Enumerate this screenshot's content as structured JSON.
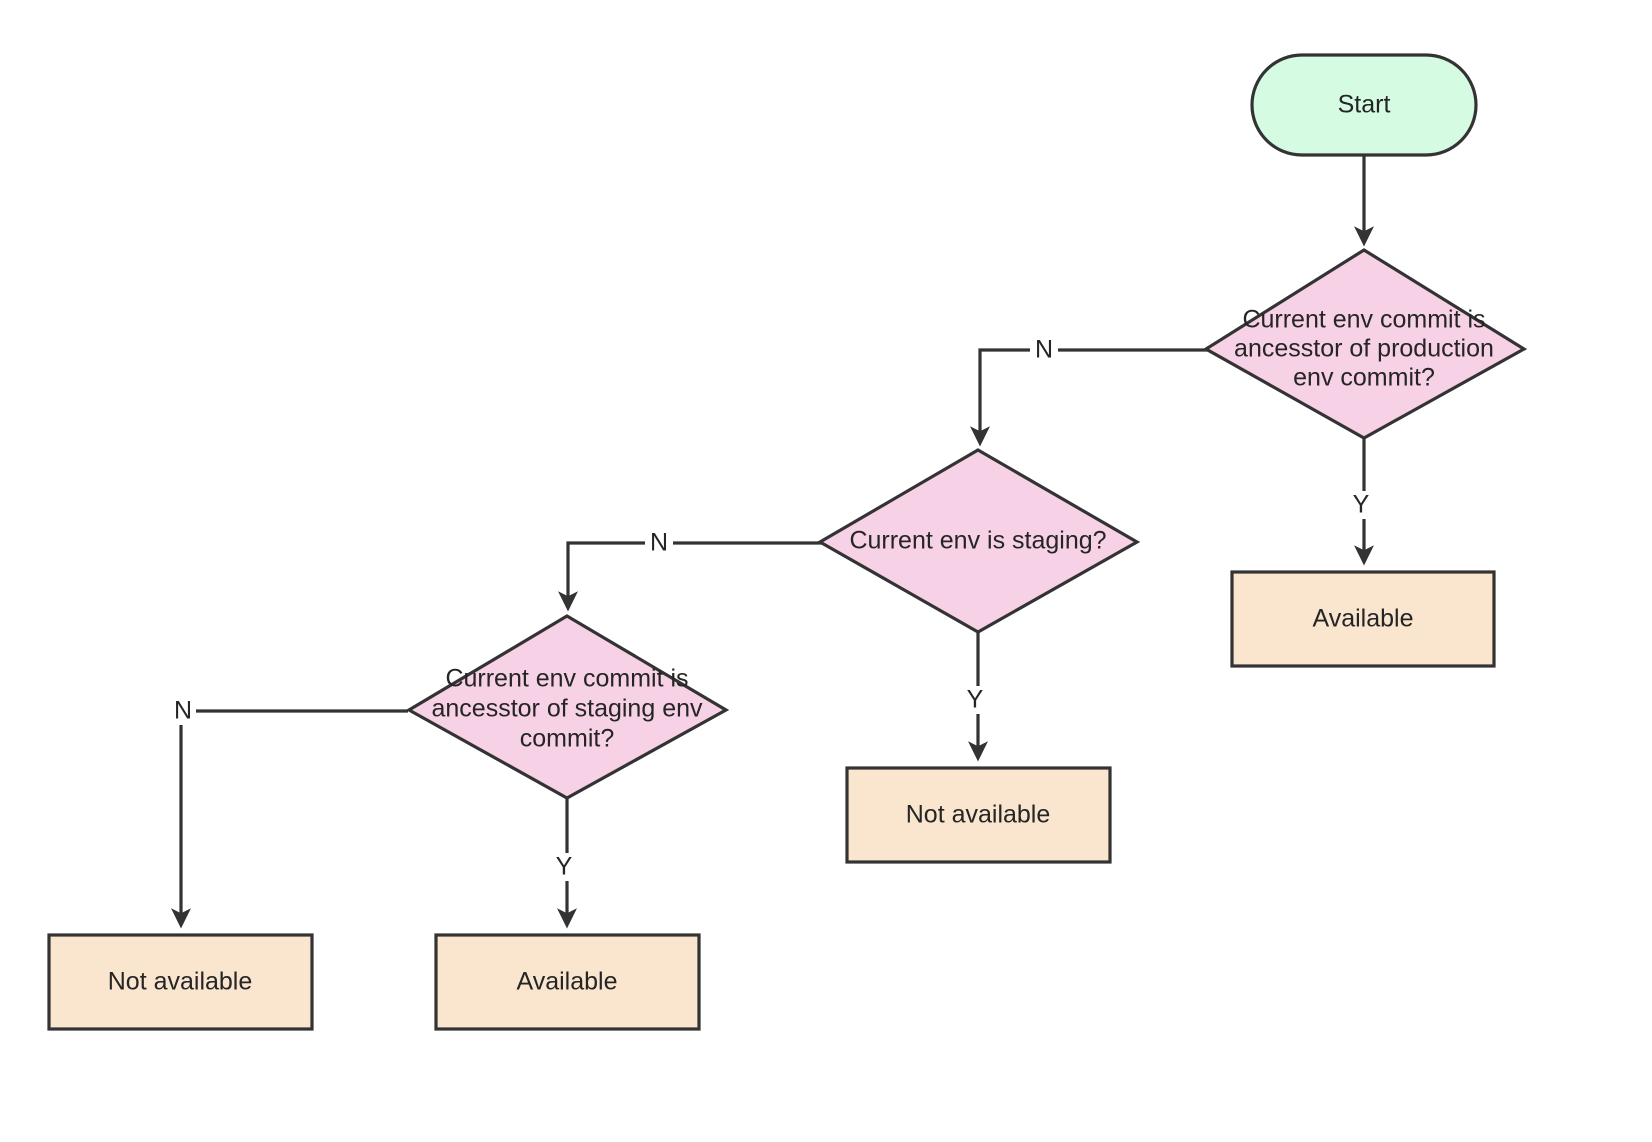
{
  "diagram": {
    "title": "Environment availability decision flow",
    "type": "flowchart",
    "background_color": "#ffffff",
    "colors": {
      "start_fill": "#d5fbe3",
      "decision_fill": "#f7d1e6",
      "result_fill": "#fae5cf",
      "stroke": "#333333",
      "text": "#252525"
    },
    "nodes": [
      {
        "id": "start",
        "shape": "stadium",
        "label": "Start",
        "lines": [
          "Start"
        ],
        "fill": "#d5fbe3"
      },
      {
        "id": "decision_production",
        "shape": "diamond",
        "label": "Current env commit is ancesstor of production env commit?",
        "lines": [
          "Current env commit is",
          "ancesstor of production",
          "env commit?"
        ],
        "fill": "#f7d1e6"
      },
      {
        "id": "decision_staging_env",
        "shape": "diamond",
        "label": "Current env is staging?",
        "lines": [
          "Current env is staging?"
        ],
        "fill": "#f7d1e6"
      },
      {
        "id": "decision_staging_ancestor",
        "shape": "diamond",
        "label": "Current env commit is ancesstor of staging env commit?",
        "lines": [
          "Current env commit is",
          "ancesstor of staging env",
          "commit?"
        ],
        "fill": "#f7d1e6"
      },
      {
        "id": "result_available_production",
        "shape": "rect",
        "label": "Available",
        "lines": [
          "Available"
        ],
        "fill": "#fae5cf"
      },
      {
        "id": "result_not_available_staging",
        "shape": "rect",
        "label": "Not available",
        "lines": [
          "Not available"
        ],
        "fill": "#fae5cf"
      },
      {
        "id": "result_not_available_final",
        "shape": "rect",
        "label": "Not available",
        "lines": [
          "Not available"
        ],
        "fill": "#fae5cf"
      },
      {
        "id": "result_available_staging",
        "shape": "rect",
        "label": "Available",
        "lines": [
          "Available"
        ],
        "fill": "#fae5cf"
      }
    ],
    "edges": [
      {
        "id": "e1",
        "from": "start",
        "to": "decision_production",
        "label": ""
      },
      {
        "id": "e2",
        "from": "decision_production",
        "to": "result_available_production",
        "label": "Y"
      },
      {
        "id": "e3",
        "from": "decision_production",
        "to": "decision_staging_env",
        "label": "N"
      },
      {
        "id": "e4",
        "from": "decision_staging_env",
        "to": "result_not_available_staging",
        "label": "Y"
      },
      {
        "id": "e5",
        "from": "decision_staging_env",
        "to": "decision_staging_ancestor",
        "label": "N"
      },
      {
        "id": "e6",
        "from": "decision_staging_ancestor",
        "to": "result_available_staging",
        "label": "Y"
      },
      {
        "id": "e7",
        "from": "decision_staging_ancestor",
        "to": "result_not_available_final",
        "label": "N"
      }
    ]
  }
}
